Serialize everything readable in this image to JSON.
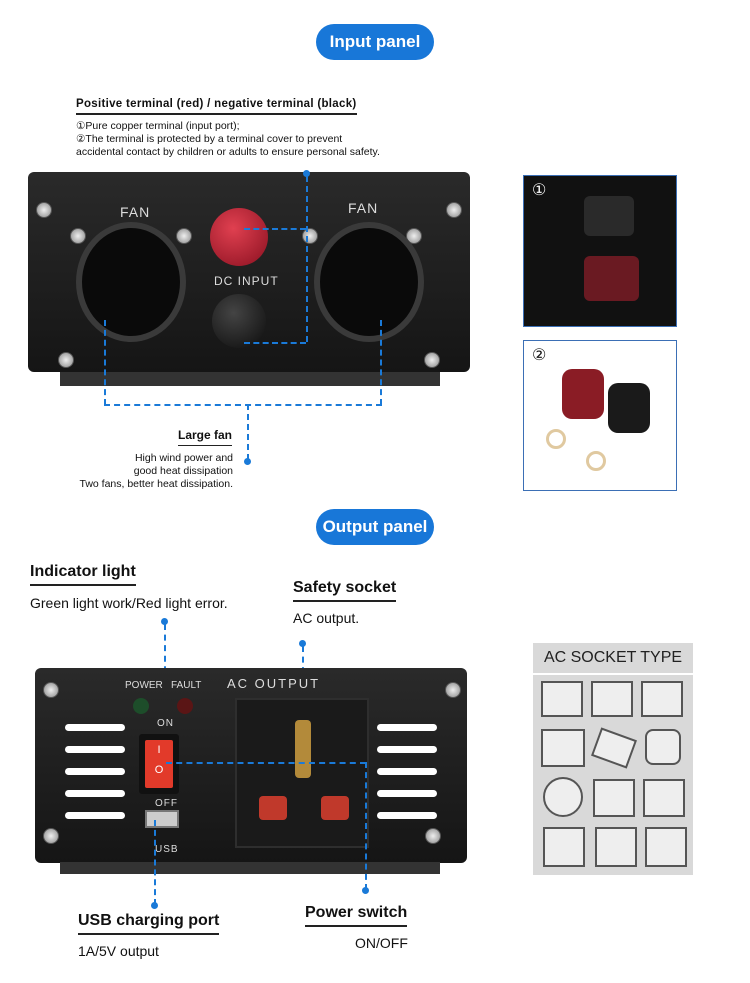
{
  "input_section": {
    "title": "Input panel",
    "terminal_heading": "Positive terminal (red) / negative terminal (black)",
    "terminal_line1": "①Pure copper terminal (input port);",
    "terminal_line2": "②The terminal is protected by a terminal cover to prevent",
    "terminal_line3": "accidental contact by children or adults to ensure personal safety.",
    "device": {
      "fan_left": "FAN",
      "fan_right": "FAN",
      "dc_input": "DC INPUT"
    },
    "fan_heading": "Large fan",
    "fan_line1": "High wind power and",
    "fan_line2": "good heat dissipation",
    "fan_line3": "Two fans, better heat dissipation.",
    "inset1": "①",
    "inset2": "②"
  },
  "output_section": {
    "title": "Output panel",
    "indicator_heading": "Indicator light",
    "indicator_text": "Green light work/Red light error.",
    "socket_heading": "Safety socket",
    "socket_text": "AC output.",
    "usb_heading": "USB charging port",
    "usb_text": "1A/5V output",
    "switch_heading": "Power switch",
    "switch_text": "ON/OFF",
    "device": {
      "power": "POWER",
      "fault": "FAULT",
      "ac_output": "AC OUTPUT",
      "on": "ON",
      "off": "OFF",
      "usb": "USB",
      "switch_i": "I",
      "switch_o": "O"
    },
    "socket_type_title": "AC SOCKET TYPE"
  }
}
